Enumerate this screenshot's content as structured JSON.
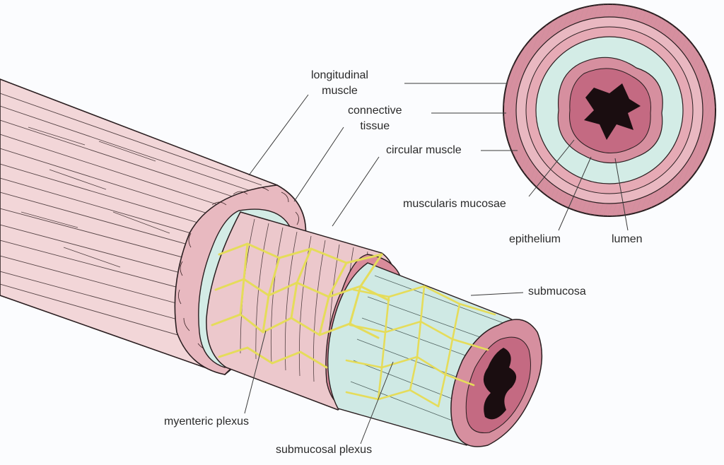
{
  "labels": {
    "longitudinal_muscle": [
      "longitudinal",
      "muscle"
    ],
    "connective_tissue": [
      "connective",
      "tissue"
    ],
    "circular_muscle": "circular muscle",
    "muscularis_mucosae": "muscularis mucosae",
    "epithelium": "epithelium",
    "lumen": "lumen",
    "submucosa": "submucosa",
    "myenteric_plexus": "myenteric plexus",
    "submucosal_plexus": "submucosal plexus"
  },
  "colors": {
    "longitudinal_muscle": "#f2d6d8",
    "circular_muscle": "#ecc8cc",
    "connective_tissue": "#d3ece6",
    "submucosa": "#cfe9e4",
    "mucosa_ring": "#d68f9f",
    "epithelium": "#c46a82",
    "lumen": "#1a0d10",
    "plexus": "#ece57a",
    "outline": "#2a1e20",
    "background": "#fbfcfe"
  }
}
